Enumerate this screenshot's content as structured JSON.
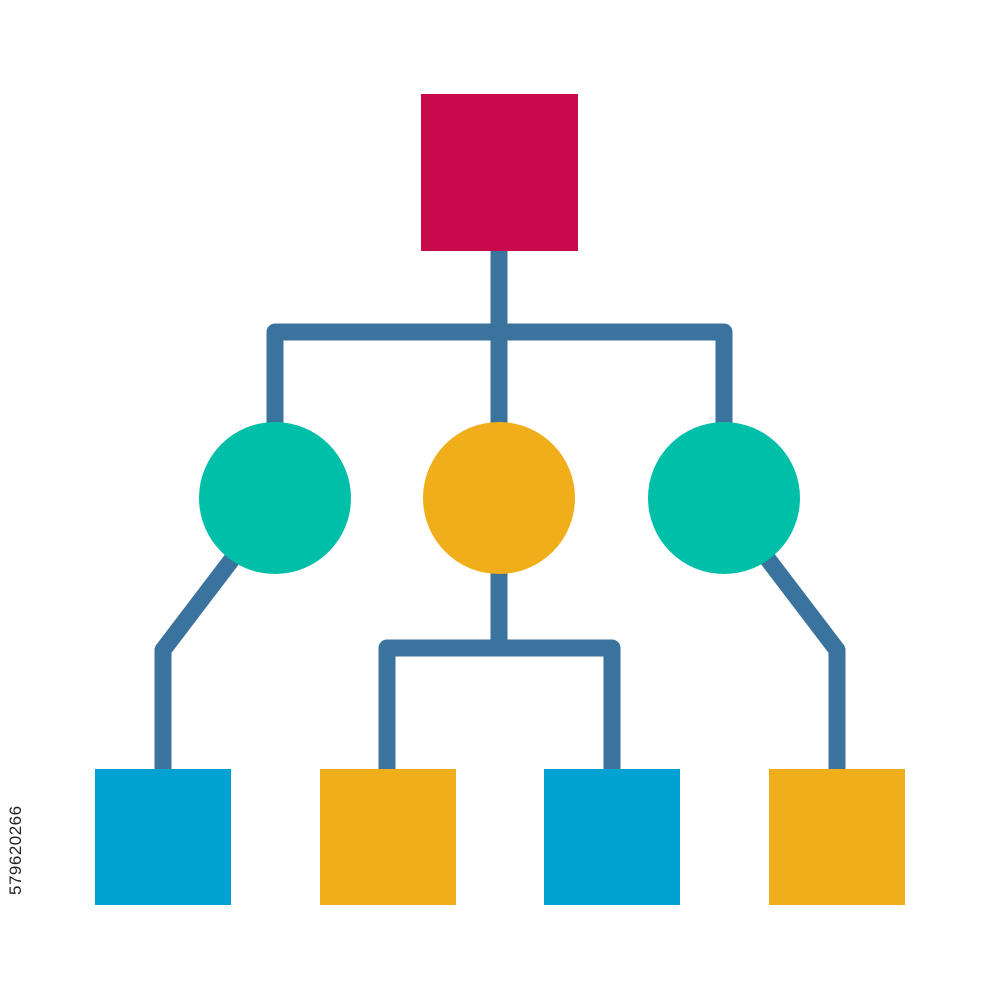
{
  "diagram": {
    "colors": {
      "connector": "#3A739D",
      "root": "#C8094B",
      "teal": "#00BFA8",
      "amber": "#F0AE1A",
      "blue": "#00A2D2"
    },
    "nodes": [
      {
        "id": "root",
        "shape": "square",
        "color": "root"
      },
      {
        "id": "left-circle",
        "shape": "circle",
        "color": "teal"
      },
      {
        "id": "center-circle",
        "shape": "circle",
        "color": "amber"
      },
      {
        "id": "right-circle",
        "shape": "circle",
        "color": "teal"
      },
      {
        "id": "leaf-1",
        "shape": "square",
        "color": "blue"
      },
      {
        "id": "leaf-2",
        "shape": "square",
        "color": "amber"
      },
      {
        "id": "leaf-3",
        "shape": "square",
        "color": "blue"
      },
      {
        "id": "leaf-4",
        "shape": "square",
        "color": "amber"
      }
    ],
    "edges": [
      {
        "from": "root",
        "to": "left-circle"
      },
      {
        "from": "root",
        "to": "center-circle"
      },
      {
        "from": "root",
        "to": "right-circle"
      },
      {
        "from": "left-circle",
        "to": "leaf-1"
      },
      {
        "from": "center-circle",
        "to": "leaf-2"
      },
      {
        "from": "center-circle",
        "to": "leaf-3"
      },
      {
        "from": "right-circle",
        "to": "leaf-4"
      }
    ]
  },
  "watermark": {
    "stock_id": "579620266"
  }
}
